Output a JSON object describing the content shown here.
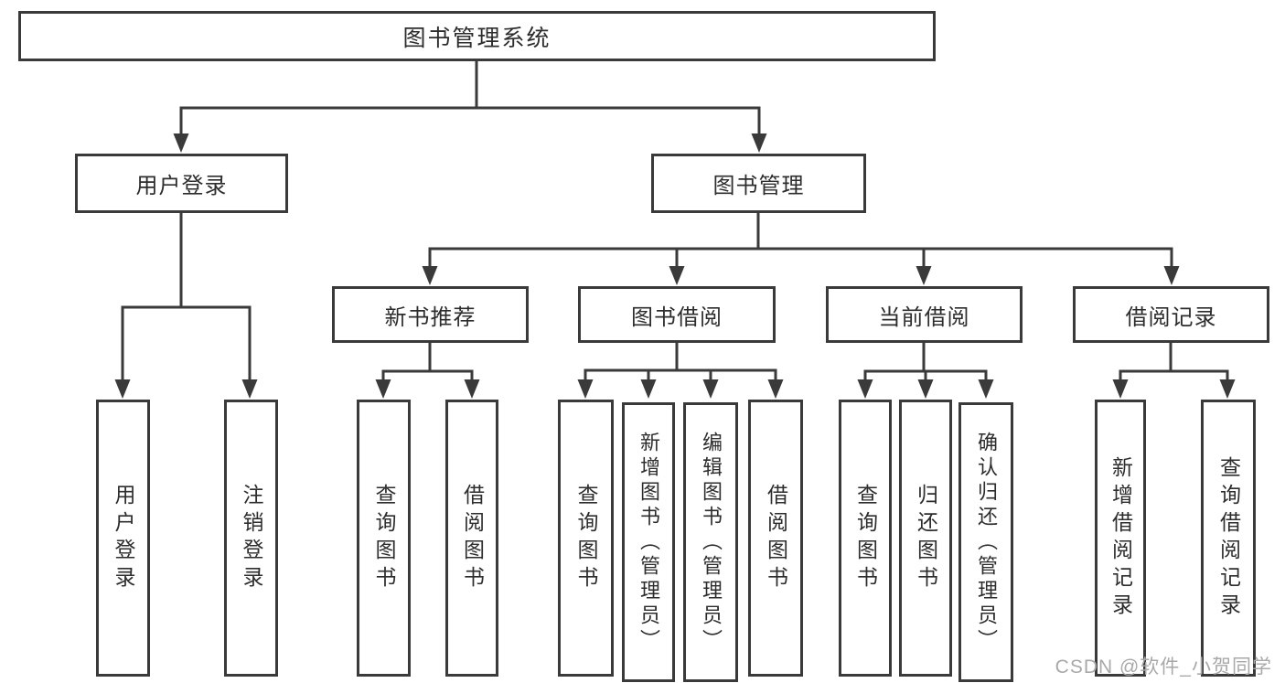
{
  "diagram": {
    "root": {
      "label": "图书管理系统"
    },
    "branches": [
      {
        "label": "用户登录",
        "children": [
          {
            "label": "用户登录"
          },
          {
            "label": "注销登录"
          }
        ]
      },
      {
        "label": "图书管理",
        "children": [
          {
            "label": "新书推荐",
            "children": [
              {
                "label": "查询图书"
              },
              {
                "label": "借阅图书"
              }
            ]
          },
          {
            "label": "图书借阅",
            "children": [
              {
                "label": "查询图书"
              },
              {
                "label": "新增图书（管理员）"
              },
              {
                "label": "编辑图书（管理员）"
              },
              {
                "label": "借阅图书"
              }
            ]
          },
          {
            "label": "当前借阅",
            "children": [
              {
                "label": "查询图书"
              },
              {
                "label": "归还图书"
              },
              {
                "label": "确认归还（管理员）"
              }
            ]
          },
          {
            "label": "借阅记录",
            "children": [
              {
                "label": "新增借阅记录"
              },
              {
                "label": "查询借阅记录"
              }
            ]
          }
        ]
      }
    ]
  },
  "watermark": {
    "text": "CSDN @软件_小贺同学"
  },
  "colors": {
    "line": "#3a3a3a",
    "text": "#2d2d2d",
    "box_background": "#ffffff",
    "page_background": "#ffffff",
    "watermark": "#a9a9a9"
  }
}
